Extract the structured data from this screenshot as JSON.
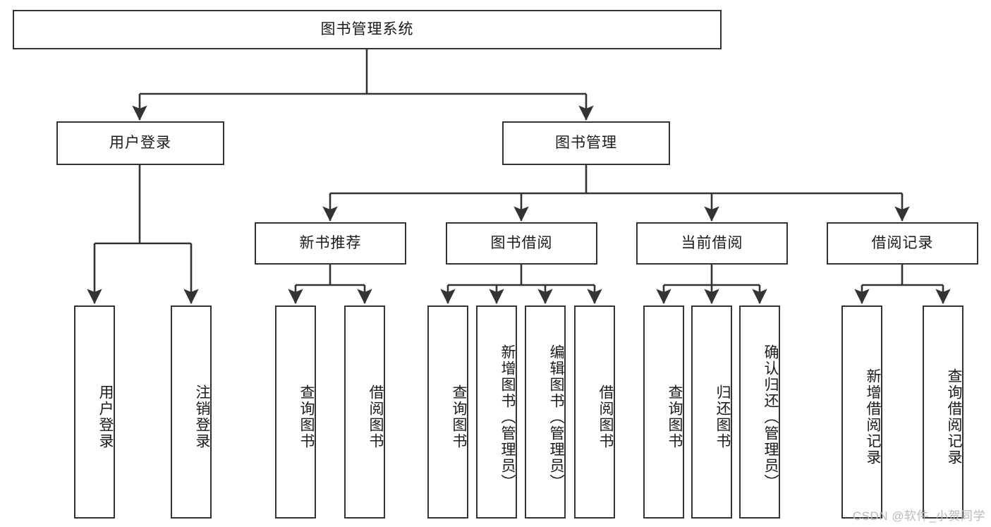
{
  "diagram": {
    "title": "图书管理系统",
    "watermark": "CSDN @软件_小贺同学",
    "line_color": "#333333",
    "box_border_color": "#333333",
    "box_fill_color": "#ffffff",
    "text_color": "#1a1a1a",
    "background_color": "#ffffff"
  },
  "nodes": {
    "root": {
      "label": "图书管理系统",
      "orientation": "horizontal"
    },
    "level2": [
      {
        "label": "用户登录",
        "orientation": "horizontal"
      },
      {
        "label": "图书管理",
        "orientation": "horizontal"
      }
    ],
    "level3": [
      {
        "label": "新书推荐",
        "orientation": "horizontal"
      },
      {
        "label": "图书借阅",
        "orientation": "horizontal"
      },
      {
        "label": "当前借阅",
        "orientation": "horizontal"
      },
      {
        "label": "借阅记录",
        "orientation": "horizontal"
      }
    ],
    "leaves": {
      "user_login": [
        {
          "label": "用户登录",
          "orientation": "vertical"
        },
        {
          "label": "注销登录",
          "orientation": "vertical"
        }
      ],
      "new_book_recommend": [
        {
          "label": "查询图书",
          "orientation": "vertical"
        },
        {
          "label": "借阅图书",
          "orientation": "vertical"
        }
      ],
      "book_borrow": [
        {
          "label": "查询图书",
          "orientation": "vertical"
        },
        {
          "label": "新增图书（管理员）",
          "orientation": "vertical"
        },
        {
          "label": "编辑图书（管理员）",
          "orientation": "vertical"
        },
        {
          "label": "借阅图书",
          "orientation": "vertical"
        }
      ],
      "current_borrow": [
        {
          "label": "查询图书",
          "orientation": "vertical"
        },
        {
          "label": "归还图书",
          "orientation": "vertical"
        },
        {
          "label": "确认归还（管理员）",
          "orientation": "vertical"
        }
      ],
      "borrow_record": [
        {
          "label": "新增借阅记录",
          "orientation": "vertical"
        },
        {
          "label": "查询借阅记录",
          "orientation": "vertical"
        }
      ]
    }
  }
}
